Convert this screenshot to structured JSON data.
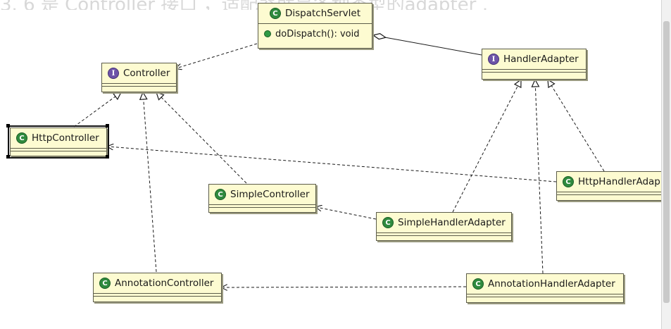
{
  "background_text": "3. 6 是 Controller 接口 ，适配器就是各种类型的adapter ,",
  "nodes": {
    "dispatch_servlet": {
      "kind": "class",
      "name": "DispatchServlet",
      "operation": "doDispatch(): void"
    },
    "controller": {
      "kind": "interface",
      "name": "Controller"
    },
    "handler_adapter": {
      "kind": "interface",
      "name": "HandlerAdapter"
    },
    "http_controller": {
      "kind": "class",
      "name": "HttpController"
    },
    "simple_controller": {
      "kind": "class",
      "name": "SimpleController"
    },
    "annotation_controller": {
      "kind": "class",
      "name": "AnnotationController"
    },
    "http_handler_adapter": {
      "kind": "class",
      "name": "HttpHandlerAdap"
    },
    "simple_handler_adapter": {
      "kind": "class",
      "name": "SimpleHandlerAdapter"
    },
    "annotation_handler_adapter": {
      "kind": "class",
      "name": "AnnotationHandlerAdapter"
    }
  },
  "icons": {
    "class": "C",
    "interface": "I"
  },
  "colors": {
    "node_fill": "#fdfbd1",
    "class_icon": "#2f8a3e",
    "interface_icon": "#6e54a8",
    "line": "#1a1a1a"
  }
}
